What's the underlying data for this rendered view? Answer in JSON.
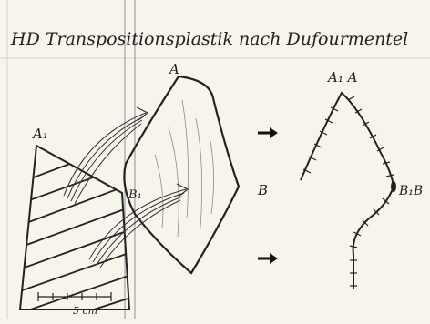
{
  "title": "HD Transpositionsplastik nach Dufourmentel",
  "labels": {
    "a1_left": "A₁",
    "a_top": "A",
    "b1": "B₁",
    "b_mid": "B",
    "result_top": "A₁ A",
    "result_right": "B₁B",
    "scale": "5 cm"
  },
  "colors": {
    "paper": "#f7f4ec",
    "ink": "#222222",
    "pencil": "#555555",
    "fold_line": "#9aa3a8"
  }
}
